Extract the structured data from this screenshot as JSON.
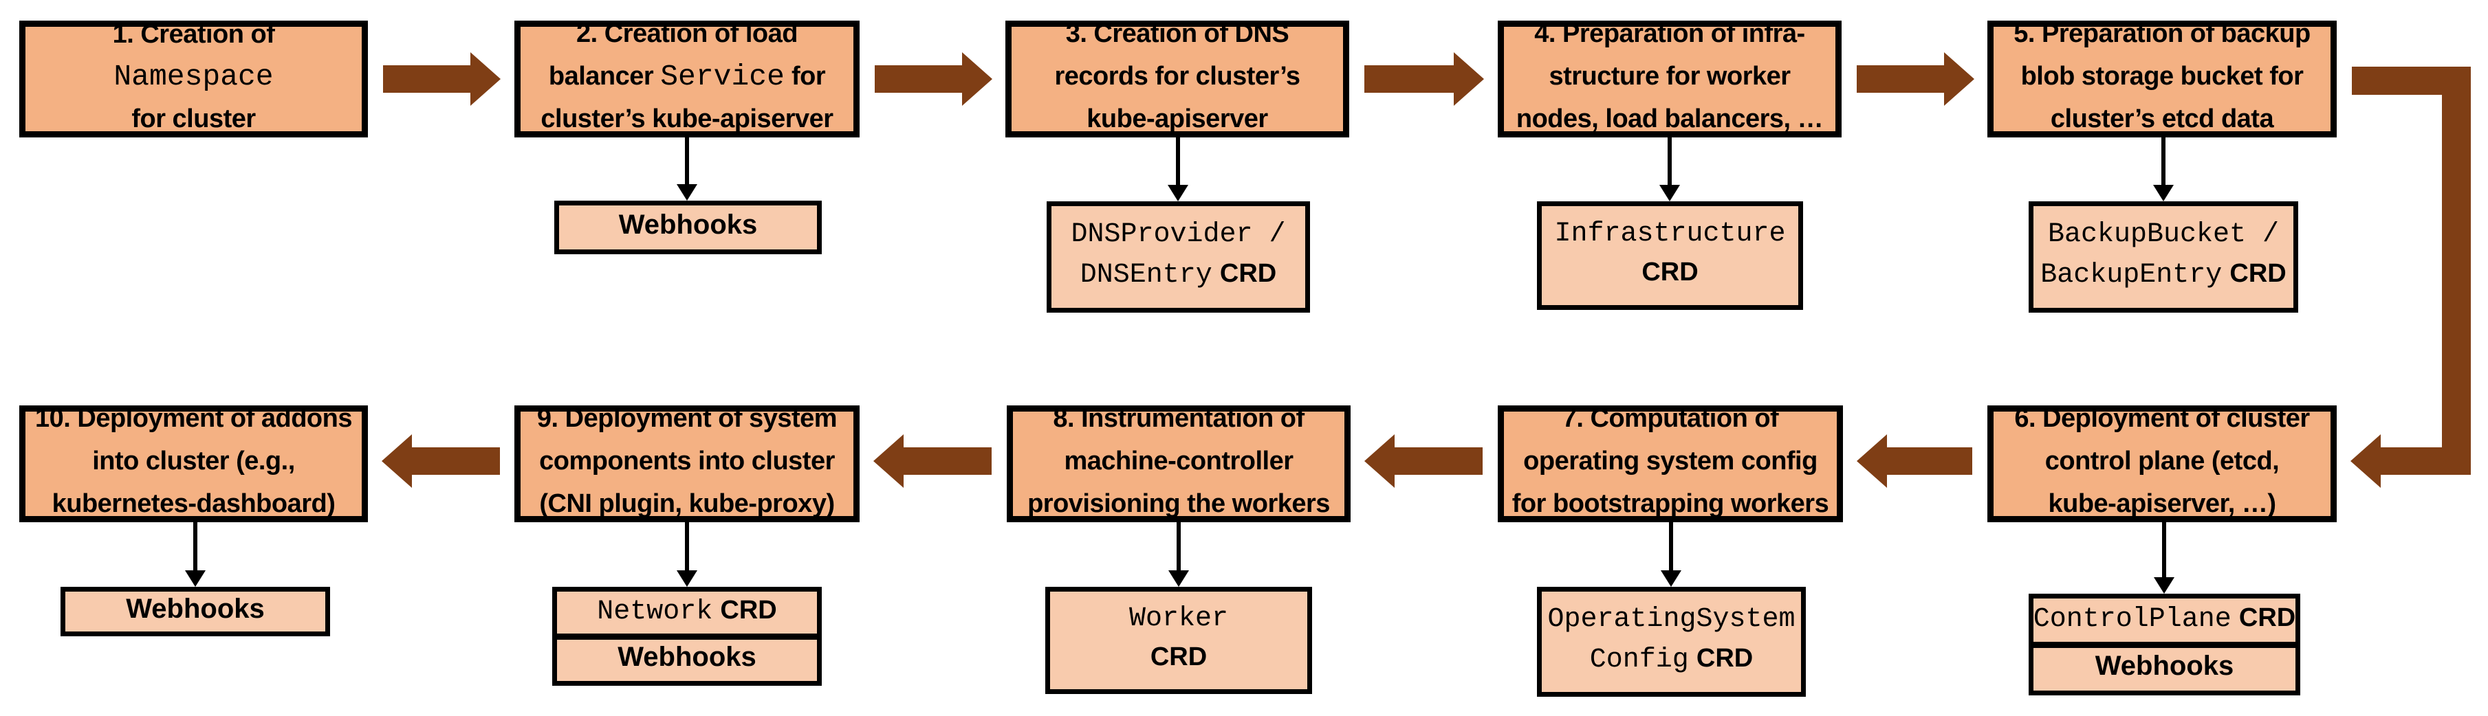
{
  "palette": {
    "background": "#FFFFFF",
    "step_box_fill": "#F4B183",
    "sub_box_fill": "#F8CBAD",
    "border_color": "#000000",
    "flow_arrow_color": "#7F3E15",
    "connector_color": "#000000"
  },
  "icons": {
    "flow_arrow_right": "→",
    "flow_arrow_left": "←",
    "flow_arrow_elbow": "⮐",
    "connector_down_arrow": "↓"
  },
  "boxes": {
    "b1": {
      "lines": [
        [
          {
            "t": "1. Creation of"
          }
        ],
        [
          {
            "t": "Namespace",
            "m": 1
          }
        ],
        [
          {
            "t": "for cluster"
          }
        ]
      ]
    },
    "b2": {
      "lines": [
        [
          {
            "t": "2. Creation of load"
          }
        ],
        [
          {
            "t": "balancer "
          },
          {
            "t": "Service",
            "m": 1
          },
          {
            "t": " for"
          }
        ],
        [
          {
            "t": "cluster’s kube-apiserver"
          }
        ]
      ]
    },
    "b3": {
      "lines": [
        [
          {
            "t": "3. Creation of DNS"
          }
        ],
        [
          {
            "t": "records for cluster’s"
          }
        ],
        [
          {
            "t": "kube-apiserver"
          }
        ]
      ]
    },
    "b4": {
      "lines": [
        [
          {
            "t": "4. Preparation of infra-"
          }
        ],
        [
          {
            "t": "structure for worker"
          }
        ],
        [
          {
            "t": "nodes, load balancers, …"
          }
        ]
      ]
    },
    "b5": {
      "lines": [
        [
          {
            "t": "5. Preparation of backup"
          }
        ],
        [
          {
            "t": "blob storage bucket for"
          }
        ],
        [
          {
            "t": "cluster’s etcd data"
          }
        ]
      ]
    },
    "b6": {
      "lines": [
        [
          {
            "t": "6. Deployment of cluster"
          }
        ],
        [
          {
            "t": "control plane (etcd,"
          }
        ],
        [
          {
            "t": "kube-apiserver, …)"
          }
        ]
      ]
    },
    "b7": {
      "lines": [
        [
          {
            "t": "7. Computation of"
          }
        ],
        [
          {
            "t": "operating system config"
          }
        ],
        [
          {
            "t": "for bootstrapping workers"
          }
        ]
      ]
    },
    "b8": {
      "lines": [
        [
          {
            "t": "8. Instrumentation of"
          }
        ],
        [
          {
            "t": "machine-controller"
          }
        ],
        [
          {
            "t": "provisioning the workers"
          }
        ]
      ]
    },
    "b9": {
      "lines": [
        [
          {
            "t": "9. Deployment of system"
          }
        ],
        [
          {
            "t": "components into cluster"
          }
        ],
        [
          {
            "t": "(CNI plugin, kube-proxy)"
          }
        ]
      ]
    },
    "b10": {
      "lines": [
        [
          {
            "t": "10. Deployment of addons"
          }
        ],
        [
          {
            "t": "into cluster (e.g.,"
          }
        ],
        [
          {
            "t": "kubernetes-dashboard)"
          }
        ]
      ]
    }
  },
  "subs": {
    "s2": {
      "lines": [
        [
          {
            "t": "Webhooks",
            "s": 1
          }
        ]
      ]
    },
    "s3": {
      "lines": [
        [
          {
            "t": "DNSProvider /",
            "m": 1
          }
        ],
        [
          {
            "t": "DNSEntry",
            "m": 1
          },
          {
            "t": " "
          },
          {
            "t": "CRD",
            "b": 1
          }
        ]
      ]
    },
    "s4": {
      "lines": [
        [
          {
            "t": "Infrastructure",
            "m": 1
          }
        ],
        [
          {
            "t": "CRD",
            "b": 1
          }
        ]
      ]
    },
    "s5": {
      "lines": [
        [
          {
            "t": "BackupBucket /",
            "m": 1
          }
        ],
        [
          {
            "t": "BackupEntry",
            "m": 1
          },
          {
            "t": " "
          },
          {
            "t": "CRD",
            "b": 1
          }
        ]
      ]
    },
    "s6r1": {
      "lines": [
        [
          {
            "t": "ControlPlane",
            "m": 1
          },
          {
            "t": " "
          },
          {
            "t": "CRD",
            "b": 1
          }
        ]
      ]
    },
    "s6r2": {
      "lines": [
        [
          {
            "t": "Webhooks",
            "s": 1
          }
        ]
      ]
    },
    "s7": {
      "lines": [
        [
          {
            "t": "OperatingSystem",
            "m": 1
          }
        ],
        [
          {
            "t": "Config",
            "m": 1
          },
          {
            "t": " "
          },
          {
            "t": "CRD",
            "b": 1
          }
        ]
      ]
    },
    "s8": {
      "lines": [
        [
          {
            "t": "Worker",
            "m": 1
          }
        ],
        [
          {
            "t": "CRD",
            "b": 1
          }
        ]
      ]
    },
    "s9r1": {
      "lines": [
        [
          {
            "t": "Network",
            "m": 1
          },
          {
            "t": " "
          },
          {
            "t": "CRD",
            "b": 1
          }
        ]
      ]
    },
    "s9r2": {
      "lines": [
        [
          {
            "t": "Webhooks",
            "s": 1
          }
        ]
      ]
    },
    "s10": {
      "lines": [
        [
          {
            "t": "Webhooks",
            "s": 1
          }
        ]
      ]
    }
  }
}
